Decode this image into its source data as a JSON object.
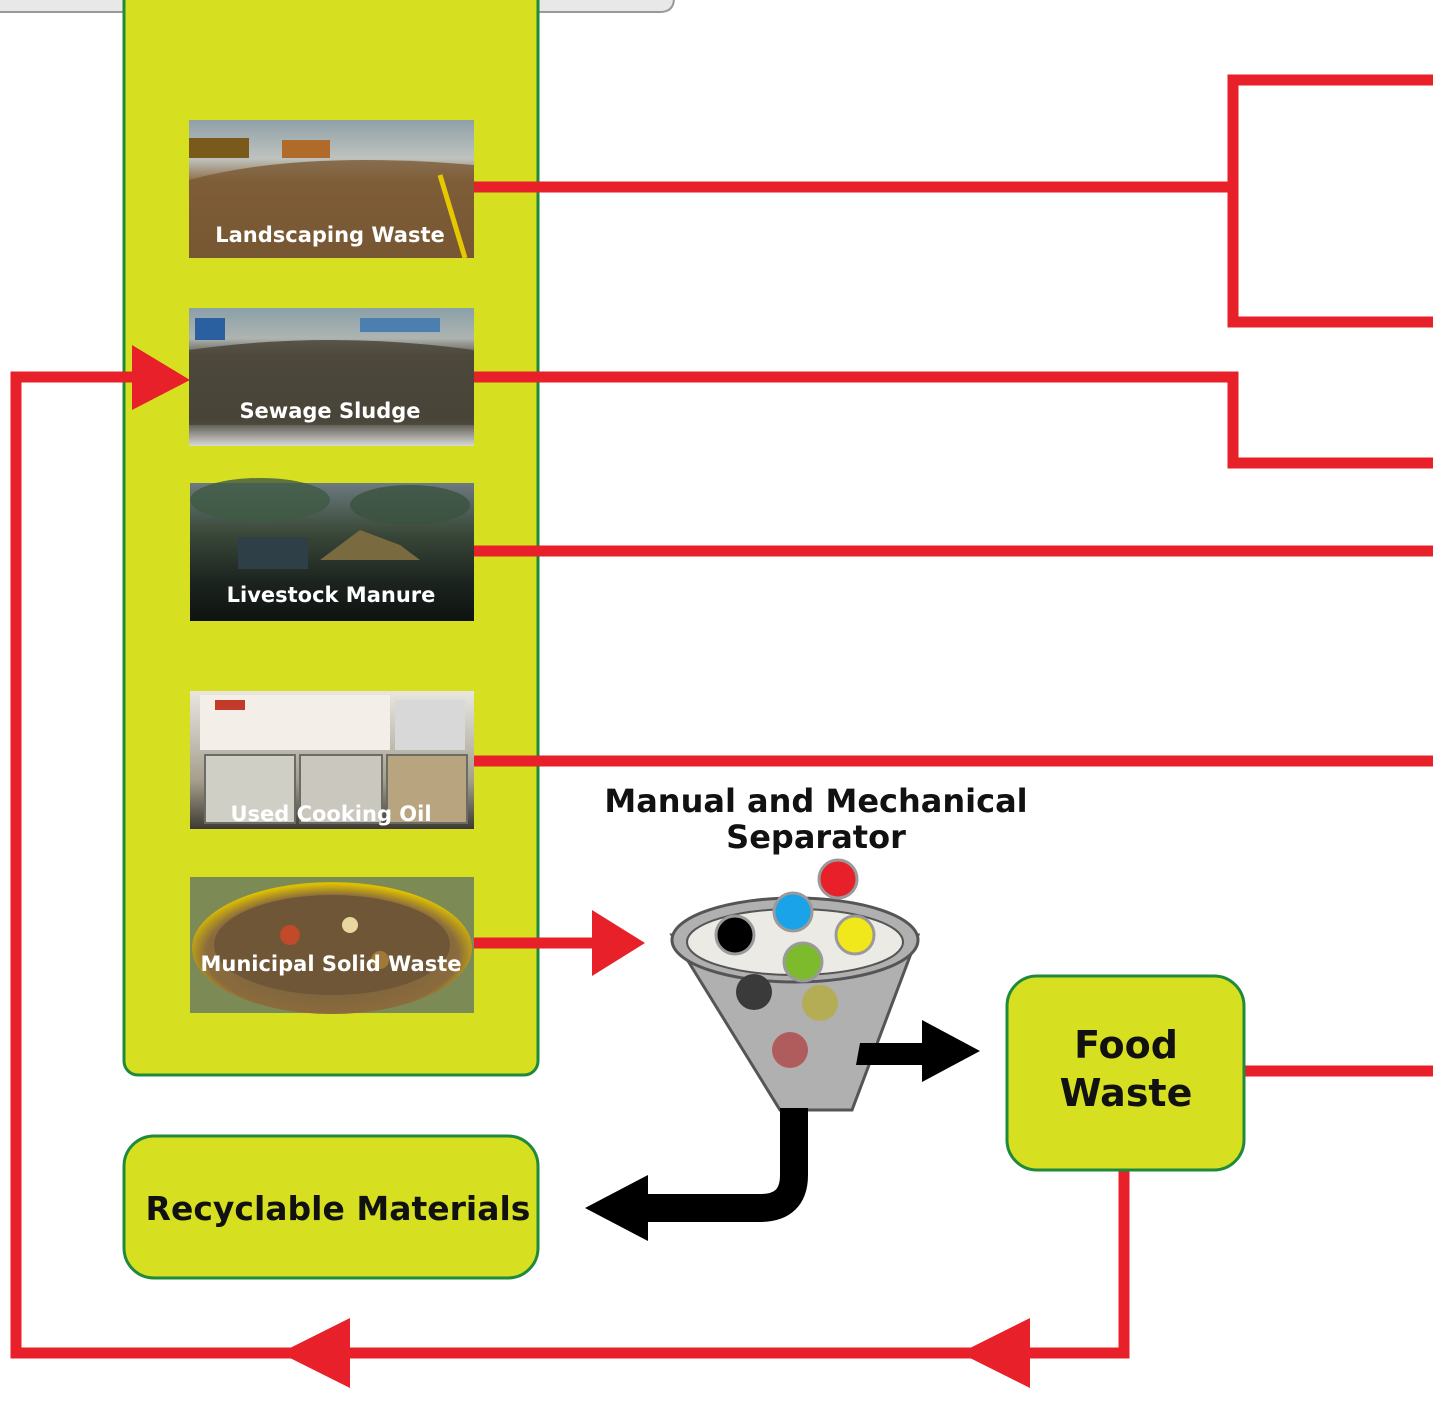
{
  "sources": [
    {
      "id": "landscaping",
      "label": "Landscaping Waste"
    },
    {
      "id": "sludge",
      "label": "Sewage Sludge"
    },
    {
      "id": "manure",
      "label": "Livestock Manure"
    },
    {
      "id": "oil",
      "label": "Used Cooking Oil"
    },
    {
      "id": "msw",
      "label": "Municipal Solid Waste"
    }
  ],
  "separator": {
    "title_line1": "Manual and Mechanical",
    "title_line2": "Separator"
  },
  "food_waste": {
    "line1": "Food",
    "line2": "Waste"
  },
  "recyclable": {
    "label": "Recyclable Materials"
  },
  "colors": {
    "panel_fill": "#d6e020",
    "panel_border": "#1f8a3c",
    "flow_line": "#e8202a",
    "black_arrow": "#000000",
    "ball_colors": [
      "#e8202a",
      "#1aa3e8",
      "#000000",
      "#f0e81a",
      "#7dbb2d",
      "#3a3a3a",
      "#b5ad55",
      "#b05c5c"
    ]
  }
}
